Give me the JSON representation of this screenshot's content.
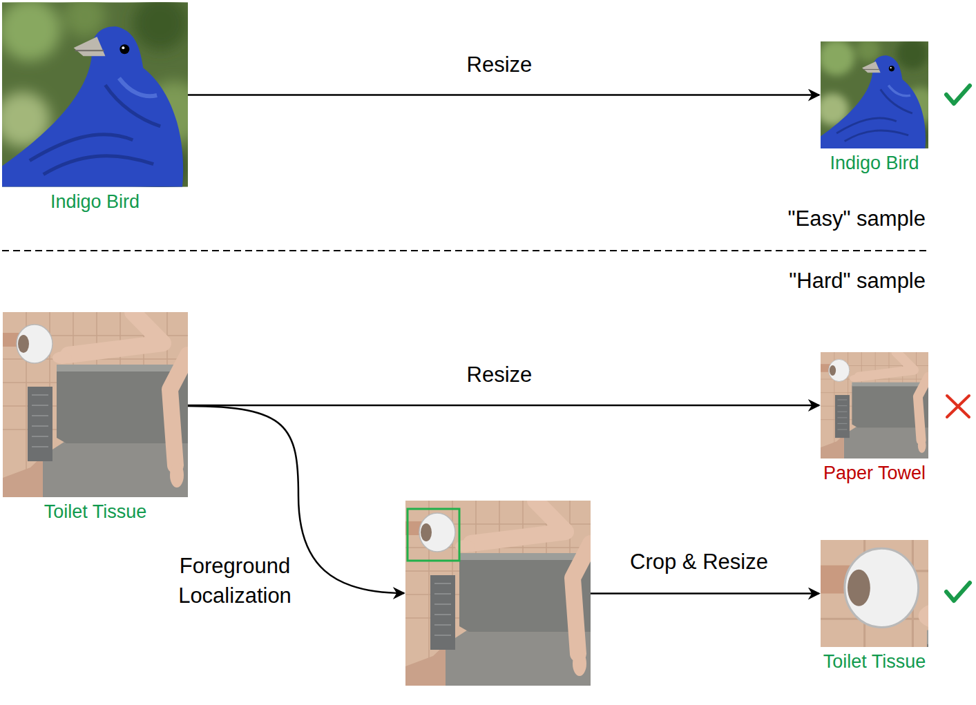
{
  "diagram": {
    "nodes": [
      {
        "text": [
          "Indigo Bird"
        ]
      },
      {
        "text": [
          "Indigo Bird"
        ]
      },
      {
        "text": [
          "Toilet Tissue"
        ]
      },
      {
        "text": [
          "Paper Towel"
        ]
      },
      {
        "text": []
      },
      {
        "text": [
          "Toilet Tissue"
        ]
      }
    ],
    "edges": [
      {
        "from": 0,
        "to": 1,
        "arrow": "to",
        "label": "Resize"
      },
      {
        "from": 2,
        "to": 3,
        "arrow": "to",
        "label": "Resize"
      },
      {
        "from": 2,
        "to": 4,
        "arrow": "to",
        "label": "Foreground Localization"
      },
      {
        "from": 4,
        "to": 5,
        "arrow": "to",
        "label": "Crop & Resize"
      }
    ],
    "labels": [
      "\"Easy\" sample",
      "\"Hard\" sample"
    ]
  }
}
